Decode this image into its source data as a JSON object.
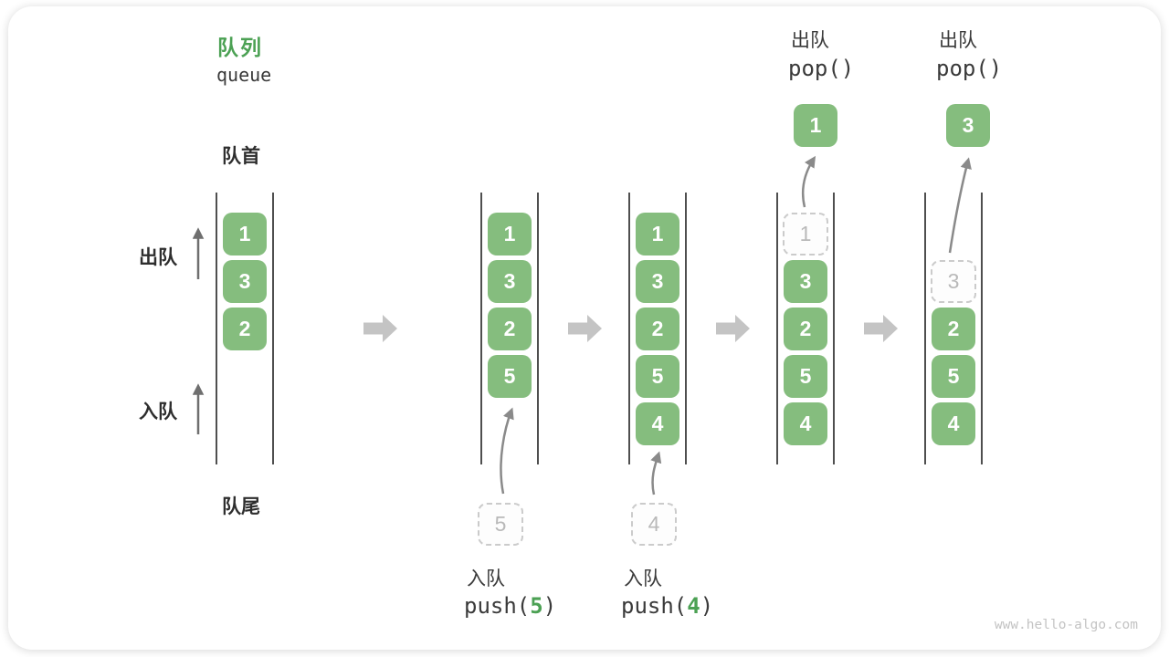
{
  "title": {
    "zh": "队列",
    "en": "queue"
  },
  "side_labels": {
    "front": "队首",
    "rear": "队尾",
    "dequeue": "出队",
    "enqueue": "入队"
  },
  "queues": {
    "q1": {
      "cells": [
        "1",
        "3",
        "2"
      ]
    },
    "q2": {
      "cells": [
        "1",
        "3",
        "2",
        "5"
      ]
    },
    "q3": {
      "cells": [
        "1",
        "3",
        "2",
        "5",
        "4"
      ]
    },
    "q4": {
      "ghost": "1",
      "popped": "1",
      "cells": [
        "3",
        "2",
        "5",
        "4"
      ]
    },
    "q5": {
      "ghost": "3",
      "popped": "3",
      "cells": [
        "2",
        "5",
        "4"
      ]
    }
  },
  "staging": {
    "enqueue_value_5": "5",
    "enqueue_value_4": "4"
  },
  "operations": {
    "push5": {
      "label": "入队",
      "code_pre": "push(",
      "value": "5",
      "code_post": ")"
    },
    "push4": {
      "label": "入队",
      "code_pre": "push(",
      "value": "4",
      "code_post": ")"
    },
    "pop1": {
      "label": "出队",
      "code": "pop()"
    },
    "pop2": {
      "label": "出队",
      "code": "pop()"
    }
  },
  "watermark": "www.hello-algo.com",
  "colors": {
    "cell_green": "#85BD7E",
    "title_green": "#4CA154",
    "block_arrow_gray": "#C4C4C4",
    "thin_arrow_gray": "#8A8A8A",
    "side_arrow_gray": "#6F6F6F",
    "text_dark": "#3A3A3A",
    "label_dark": "#2E2E2E",
    "ghost_border": "#CBCBCB",
    "ghost_text": "#B9B9B9",
    "column_line": "#4F4F4F",
    "watermark_gray": "#C3C3C3"
  }
}
